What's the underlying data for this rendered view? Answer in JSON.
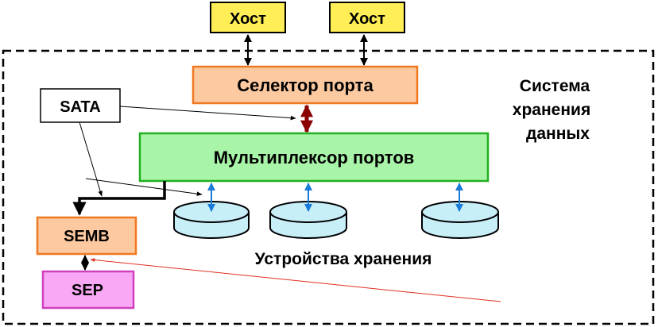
{
  "hosts": [
    {
      "label": "Хост"
    },
    {
      "label": "Хост"
    }
  ],
  "port_selector": {
    "label": "Селектор порта"
  },
  "multiplexer": {
    "label": "Мультиплексор портов"
  },
  "sata": {
    "label": "SATA"
  },
  "semb": {
    "label": "SEMB"
  },
  "sep": {
    "label": "SEP"
  },
  "storage_system": {
    "label_lines": [
      "Система",
      "хранения",
      "данных"
    ]
  },
  "storage_devices": {
    "label": "Устройства хранения"
  },
  "colors": {
    "host_fill": "#ffee55",
    "orange_fill": "#fcc9a0",
    "orange_border": "#f07820",
    "mux_fill": "#a8f4a8",
    "mux_border": "#20b020",
    "sep_fill": "#f8a8f4",
    "sep_border": "#d040c0",
    "disk_fill": "#c8eef8",
    "blue_arrow": "#1a7ad8",
    "red_arrow": "#8b0000",
    "thin_red": "#e03020"
  }
}
